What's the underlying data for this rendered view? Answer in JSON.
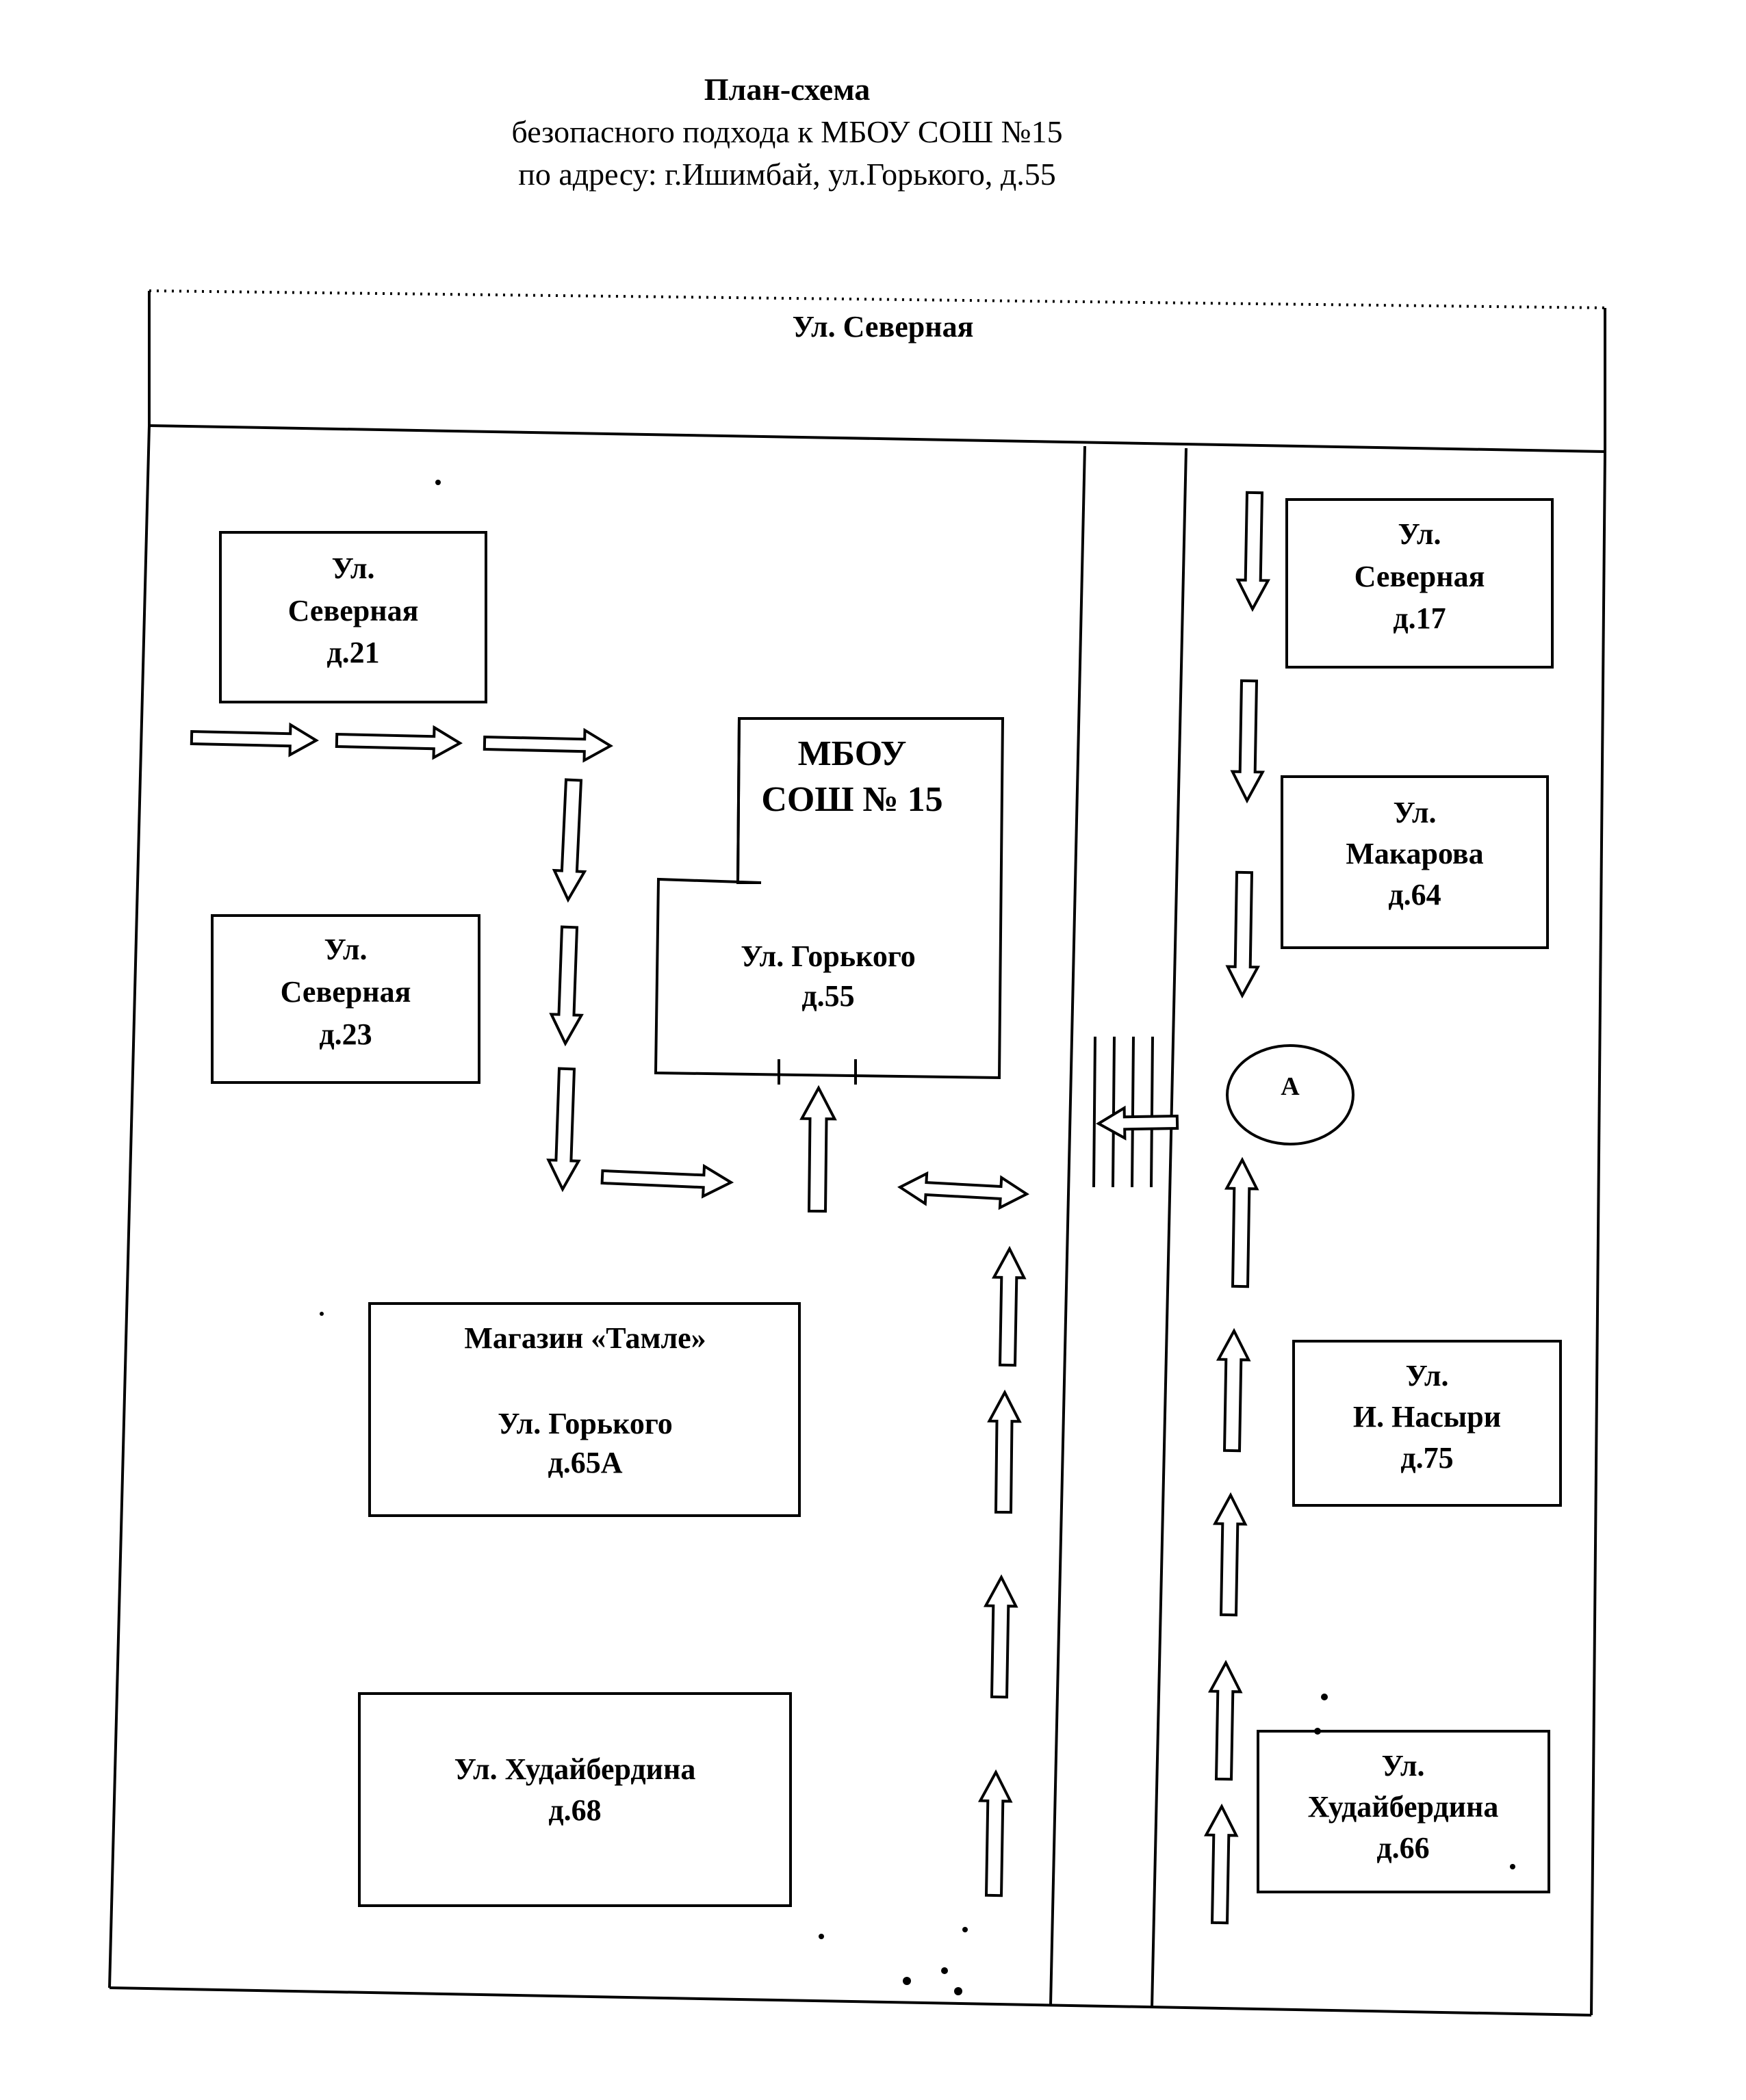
{
  "header": {
    "title": "План-схема",
    "line2": "безопасного подхода к МБОУ СОШ №15",
    "line3": "по адресу: г.Ишимбай, ул.Горького, д.55"
  },
  "street_top": "Ул. Северная",
  "boxes": {
    "severnaya21": [
      "Ул.",
      "Северная",
      "д.21"
    ],
    "severnaya23": [
      "Ул.",
      "Северная",
      "д.23"
    ],
    "school": [
      "МБОУ",
      "СОШ № 15"
    ],
    "school_address": [
      "Ул. Горького",
      "д.55"
    ],
    "shop": [
      "Магазин «Тамле»",
      "",
      "Ул. Горького",
      "д.65А"
    ],
    "khudaiberdina68": [
      "Ул. Худайбердина",
      "д.68"
    ],
    "severnaya17": [
      "Ул.",
      "Северная",
      "д.17"
    ],
    "makarova64": [
      "Ул.",
      "Макарова",
      "д.64"
    ],
    "nasyri75": [
      "Ул.",
      "И. Насыри",
      "д.75"
    ],
    "khudaiberdina66": [
      "Ул.",
      "Худайбердина",
      "д.66"
    ]
  },
  "bus_stop_label": "А"
}
